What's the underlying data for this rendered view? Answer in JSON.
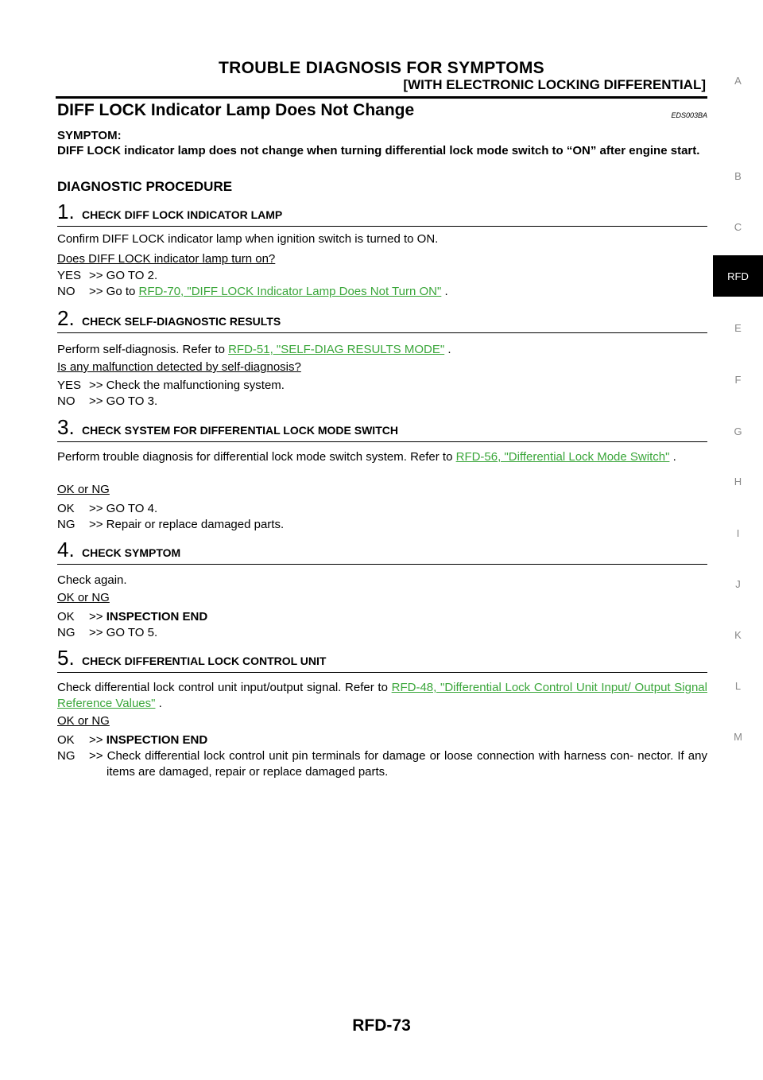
{
  "header": {
    "title": "TROUBLE DIAGNOSIS FOR SYMPTOMS",
    "subtitle": "[WITH ELECTRONIC LOCKING DIFFERENTIAL]"
  },
  "section": {
    "title": "DIFF LOCK Indicator Lamp Does Not Change",
    "code": "EDS003BA"
  },
  "symptom": {
    "label": "SYMPTOM:",
    "text": "DIFF LOCK indicator lamp does not change when turning differential lock mode switch to “ON” after engine start."
  },
  "procedure_heading": "DIAGNOSTIC PROCEDURE",
  "steps": [
    {
      "num": "1.",
      "title": "CHECK DIFF LOCK INDICATOR LAMP",
      "text": "Confirm DIFF LOCK indicator lamp when ignition switch is turned to ON.",
      "question": "Does DIFF LOCK indicator lamp turn on?",
      "answers": [
        {
          "key": "YES",
          "pre": ">> GO TO 2.",
          "link": "",
          "post": ""
        },
        {
          "key": "NO",
          "pre": ">> Go to ",
          "link": "RFD-70, \"DIFF LOCK Indicator Lamp Does Not Turn ON\"",
          "post": " ."
        }
      ]
    },
    {
      "num": "2.",
      "title": "CHECK SELF-DIAGNOSTIC RESULTS",
      "text_pre": "Perform self-diagnosis. Refer to ",
      "text_link": "RFD-51, \"SELF-DIAG RESULTS MODE\"",
      "text_post": " .",
      "question": "Is any malfunction detected by self-diagnosis?",
      "answers": [
        {
          "key": "YES",
          "pre": ">> Check the malfunctioning system."
        },
        {
          "key": "NO",
          "pre": ">> GO TO 3."
        }
      ]
    },
    {
      "num": "3.",
      "title": "CHECK SYSTEM FOR DIFFERENTIAL LOCK MODE SWITCH",
      "text_pre": "Perform trouble diagnosis for differential lock mode switch system. Refer to ",
      "text_link": "RFD-56, \"Differential Lock Mode Switch\"",
      "text_post": " .",
      "question": "OK or NG",
      "answers": [
        {
          "key": "OK",
          "pre": ">> GO TO 4."
        },
        {
          "key": "NG",
          "pre": ">> Repair or replace damaged parts."
        }
      ]
    },
    {
      "num": "4.",
      "title": "CHECK SYMPTOM",
      "text": "Check again.",
      "question": "OK or NG",
      "answers": [
        {
          "key": "OK",
          "pre": ">> ",
          "bold": "INSPECTION END"
        },
        {
          "key": "NG",
          "pre": ">> GO TO 5."
        }
      ]
    },
    {
      "num": "5.",
      "title": "CHECK DIFFERENTIAL LOCK CONTROL UNIT",
      "text_pre": "Check differential lock control unit input/output signal. Refer to ",
      "text_link": "RFD-48, \"Differential Lock Control Unit Input/ Output Signal Reference Values\"",
      "text_post": " .",
      "question": "OK or NG",
      "answers": [
        {
          "key": "OK",
          "pre": ">> ",
          "bold": "INSPECTION END"
        },
        {
          "key": "NG",
          "pre": ">> Check differential lock control unit pin terminals for damage or loose connection with harness con- nector. If any items are damaged, repair or replace damaged parts."
        }
      ]
    }
  ],
  "sidebar": [
    "A",
    "B",
    "C",
    "RFD",
    "E",
    "F",
    "G",
    "H",
    "I",
    "J",
    "K",
    "L",
    "M"
  ],
  "sidebar_active": "RFD",
  "footer": "RFD-73",
  "colors": {
    "link": "#3aa63a",
    "active_tab_bg": "#000000",
    "sidebar_text": "#888888"
  }
}
